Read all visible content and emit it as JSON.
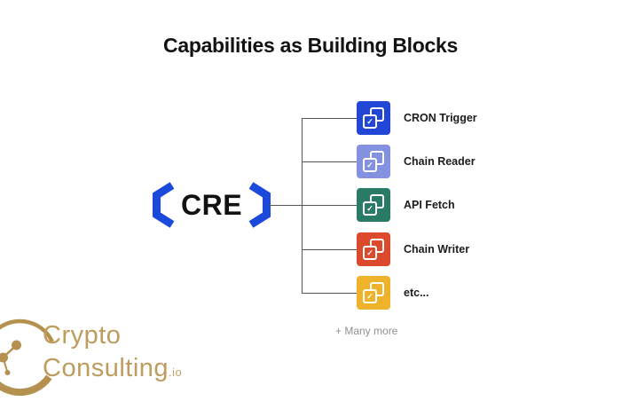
{
  "title": "Capabilities as Building Blocks",
  "cre": {
    "label": "CRE",
    "bracket_color": "#1b49db"
  },
  "items": [
    {
      "label": "CRON Trigger",
      "color": "#2246d6",
      "icon": "layers-check-icon",
      "check": "✓"
    },
    {
      "label": "Chain Reader",
      "color": "#8490e0",
      "icon": "layers-check-icon",
      "check": "✓"
    },
    {
      "label": "API Fetch",
      "color": "#2a7a68",
      "icon": "layers-check-icon",
      "check": "✓"
    },
    {
      "label": "Chain Writer",
      "color": "#dc4a2e",
      "icon": "layers-check-icon",
      "check": "✓"
    },
    {
      "label": "etc...",
      "color": "#efb32b",
      "icon": "layers-check-icon",
      "check": "✓"
    }
  ],
  "footnote": "+ Many more",
  "brand": {
    "line1": "Crypto",
    "line2": "Consulting",
    "suffix": ".io",
    "gold": "#b5914f",
    "text_gold": "#be9c5e"
  }
}
